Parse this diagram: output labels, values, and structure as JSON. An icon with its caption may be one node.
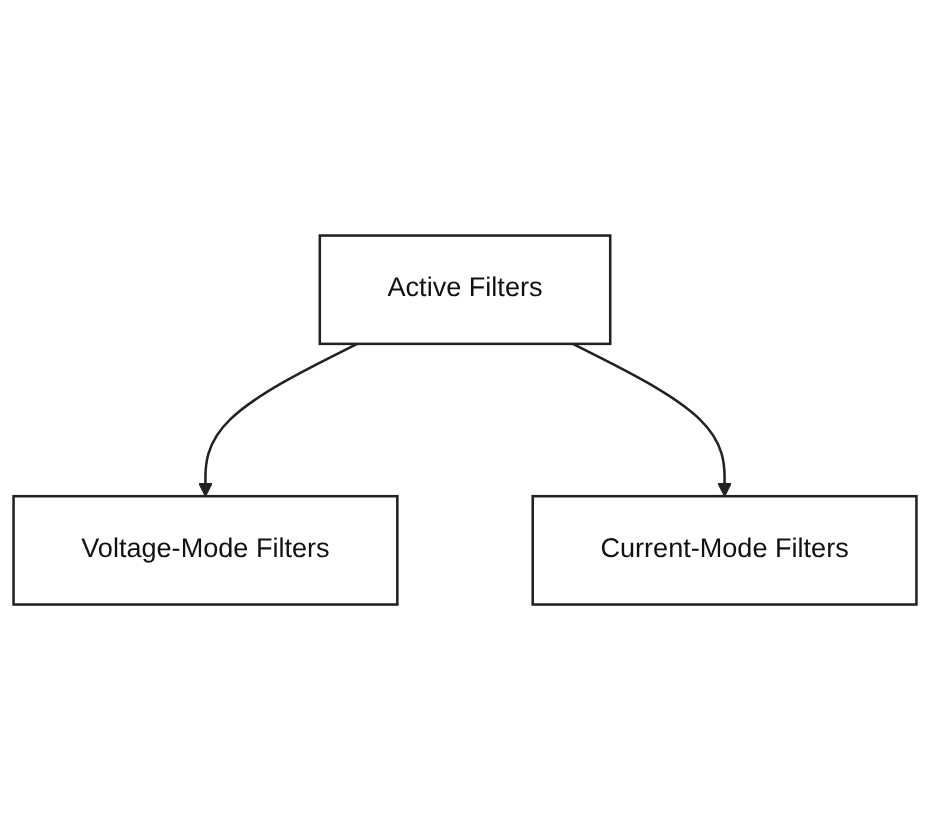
{
  "diagram": {
    "nodes": [
      {
        "text": [
          "Active Filters"
        ]
      },
      {
        "text": [
          "Voltage-Mode Filters"
        ]
      },
      {
        "text": [
          "Current-Mode Filters"
        ]
      }
    ],
    "edges": [
      {
        "from": 0,
        "to": 1,
        "arrow": "to"
      },
      {
        "from": 0,
        "to": 2,
        "arrow": "to"
      }
    ]
  }
}
